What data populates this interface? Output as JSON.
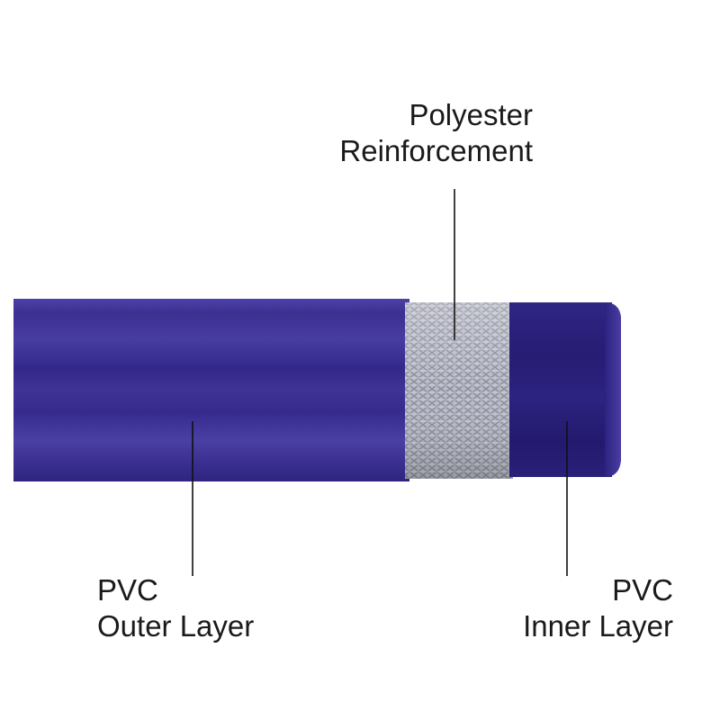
{
  "labels": {
    "reinforcement": {
      "line1": "Polyester",
      "line2": "Reinforcement"
    },
    "outer": {
      "line1": "PVC",
      "line2": "Outer Layer"
    },
    "inner": {
      "line1": "PVC",
      "line2": "Inner Layer"
    }
  },
  "colors": {
    "hose_blue": "#3a2f8e",
    "inner_blue": "#2a1f78",
    "mesh_grey": "#b7b9c3",
    "leader": "#111111",
    "text": "#1a1a1a"
  }
}
